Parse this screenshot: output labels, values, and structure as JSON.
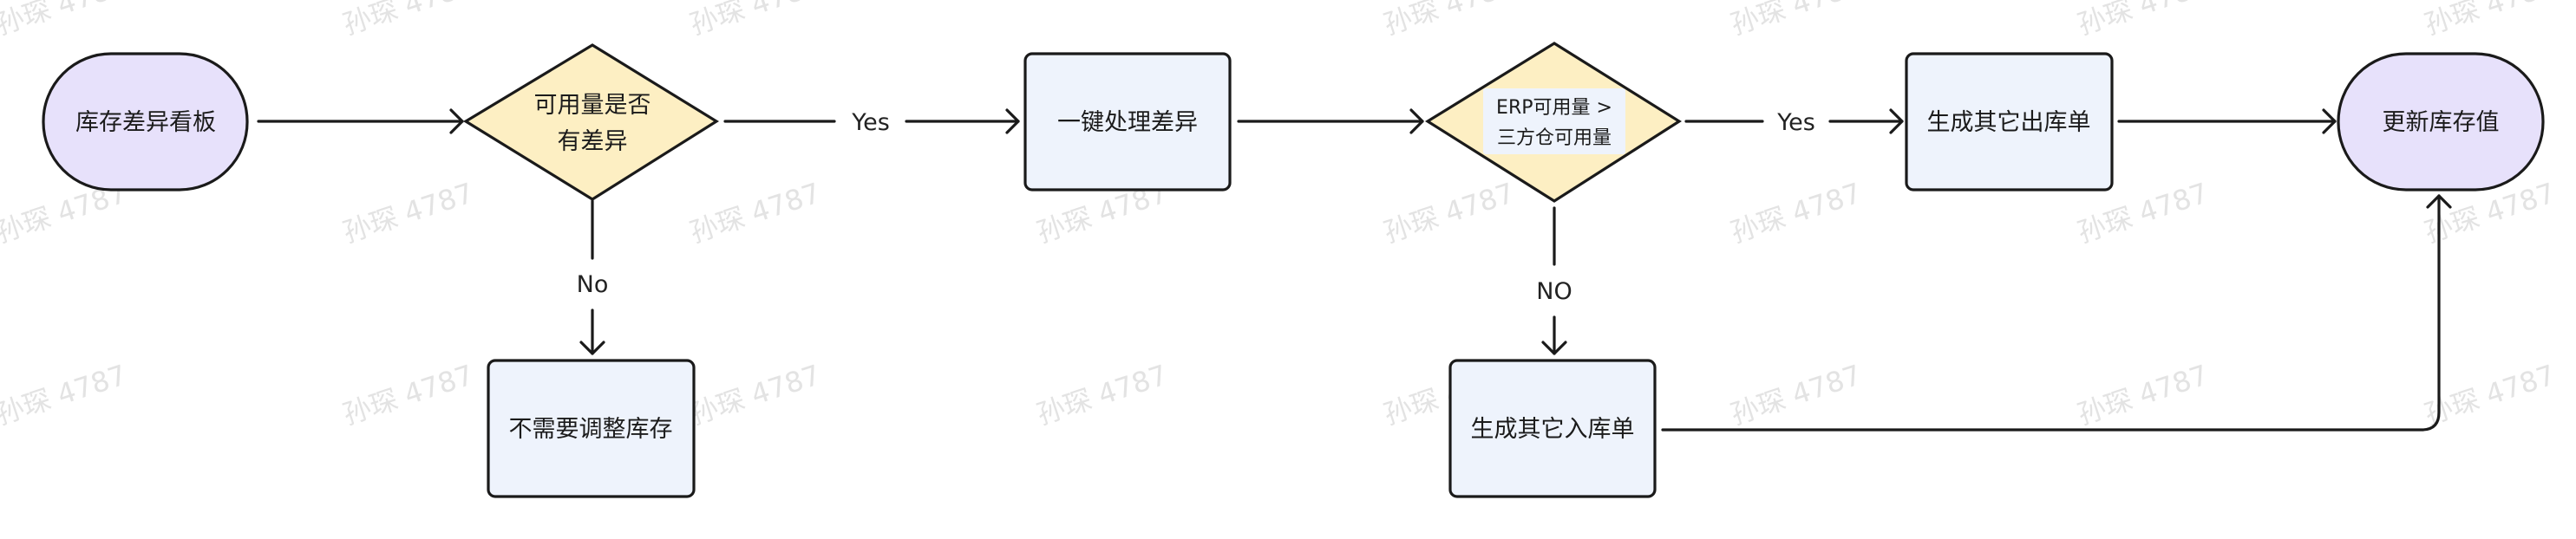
{
  "colors": {
    "terminal_fill": "#e7e1fb",
    "decision_fill": "#fdefc3",
    "process_fill": "#eef3fc",
    "stroke": "#1a1a1a",
    "watermark": "#e3e3e3"
  },
  "watermark": "孙琛 4787",
  "nodes": {
    "start": "库存差异看板",
    "decision1": [
      "可用量是否",
      "有差异"
    ],
    "process1": "一键处理差异",
    "no_change": "不需要调整库存",
    "decision2": [
      "ERP可用量 >",
      "三方仓可用量"
    ],
    "outbound": "生成其它出库单",
    "inbound": "生成其它入库单",
    "end": "更新库存值"
  },
  "edges": {
    "d1_yes": "Yes",
    "d1_no": "No",
    "d2_yes": "Yes",
    "d2_no": "NO"
  }
}
